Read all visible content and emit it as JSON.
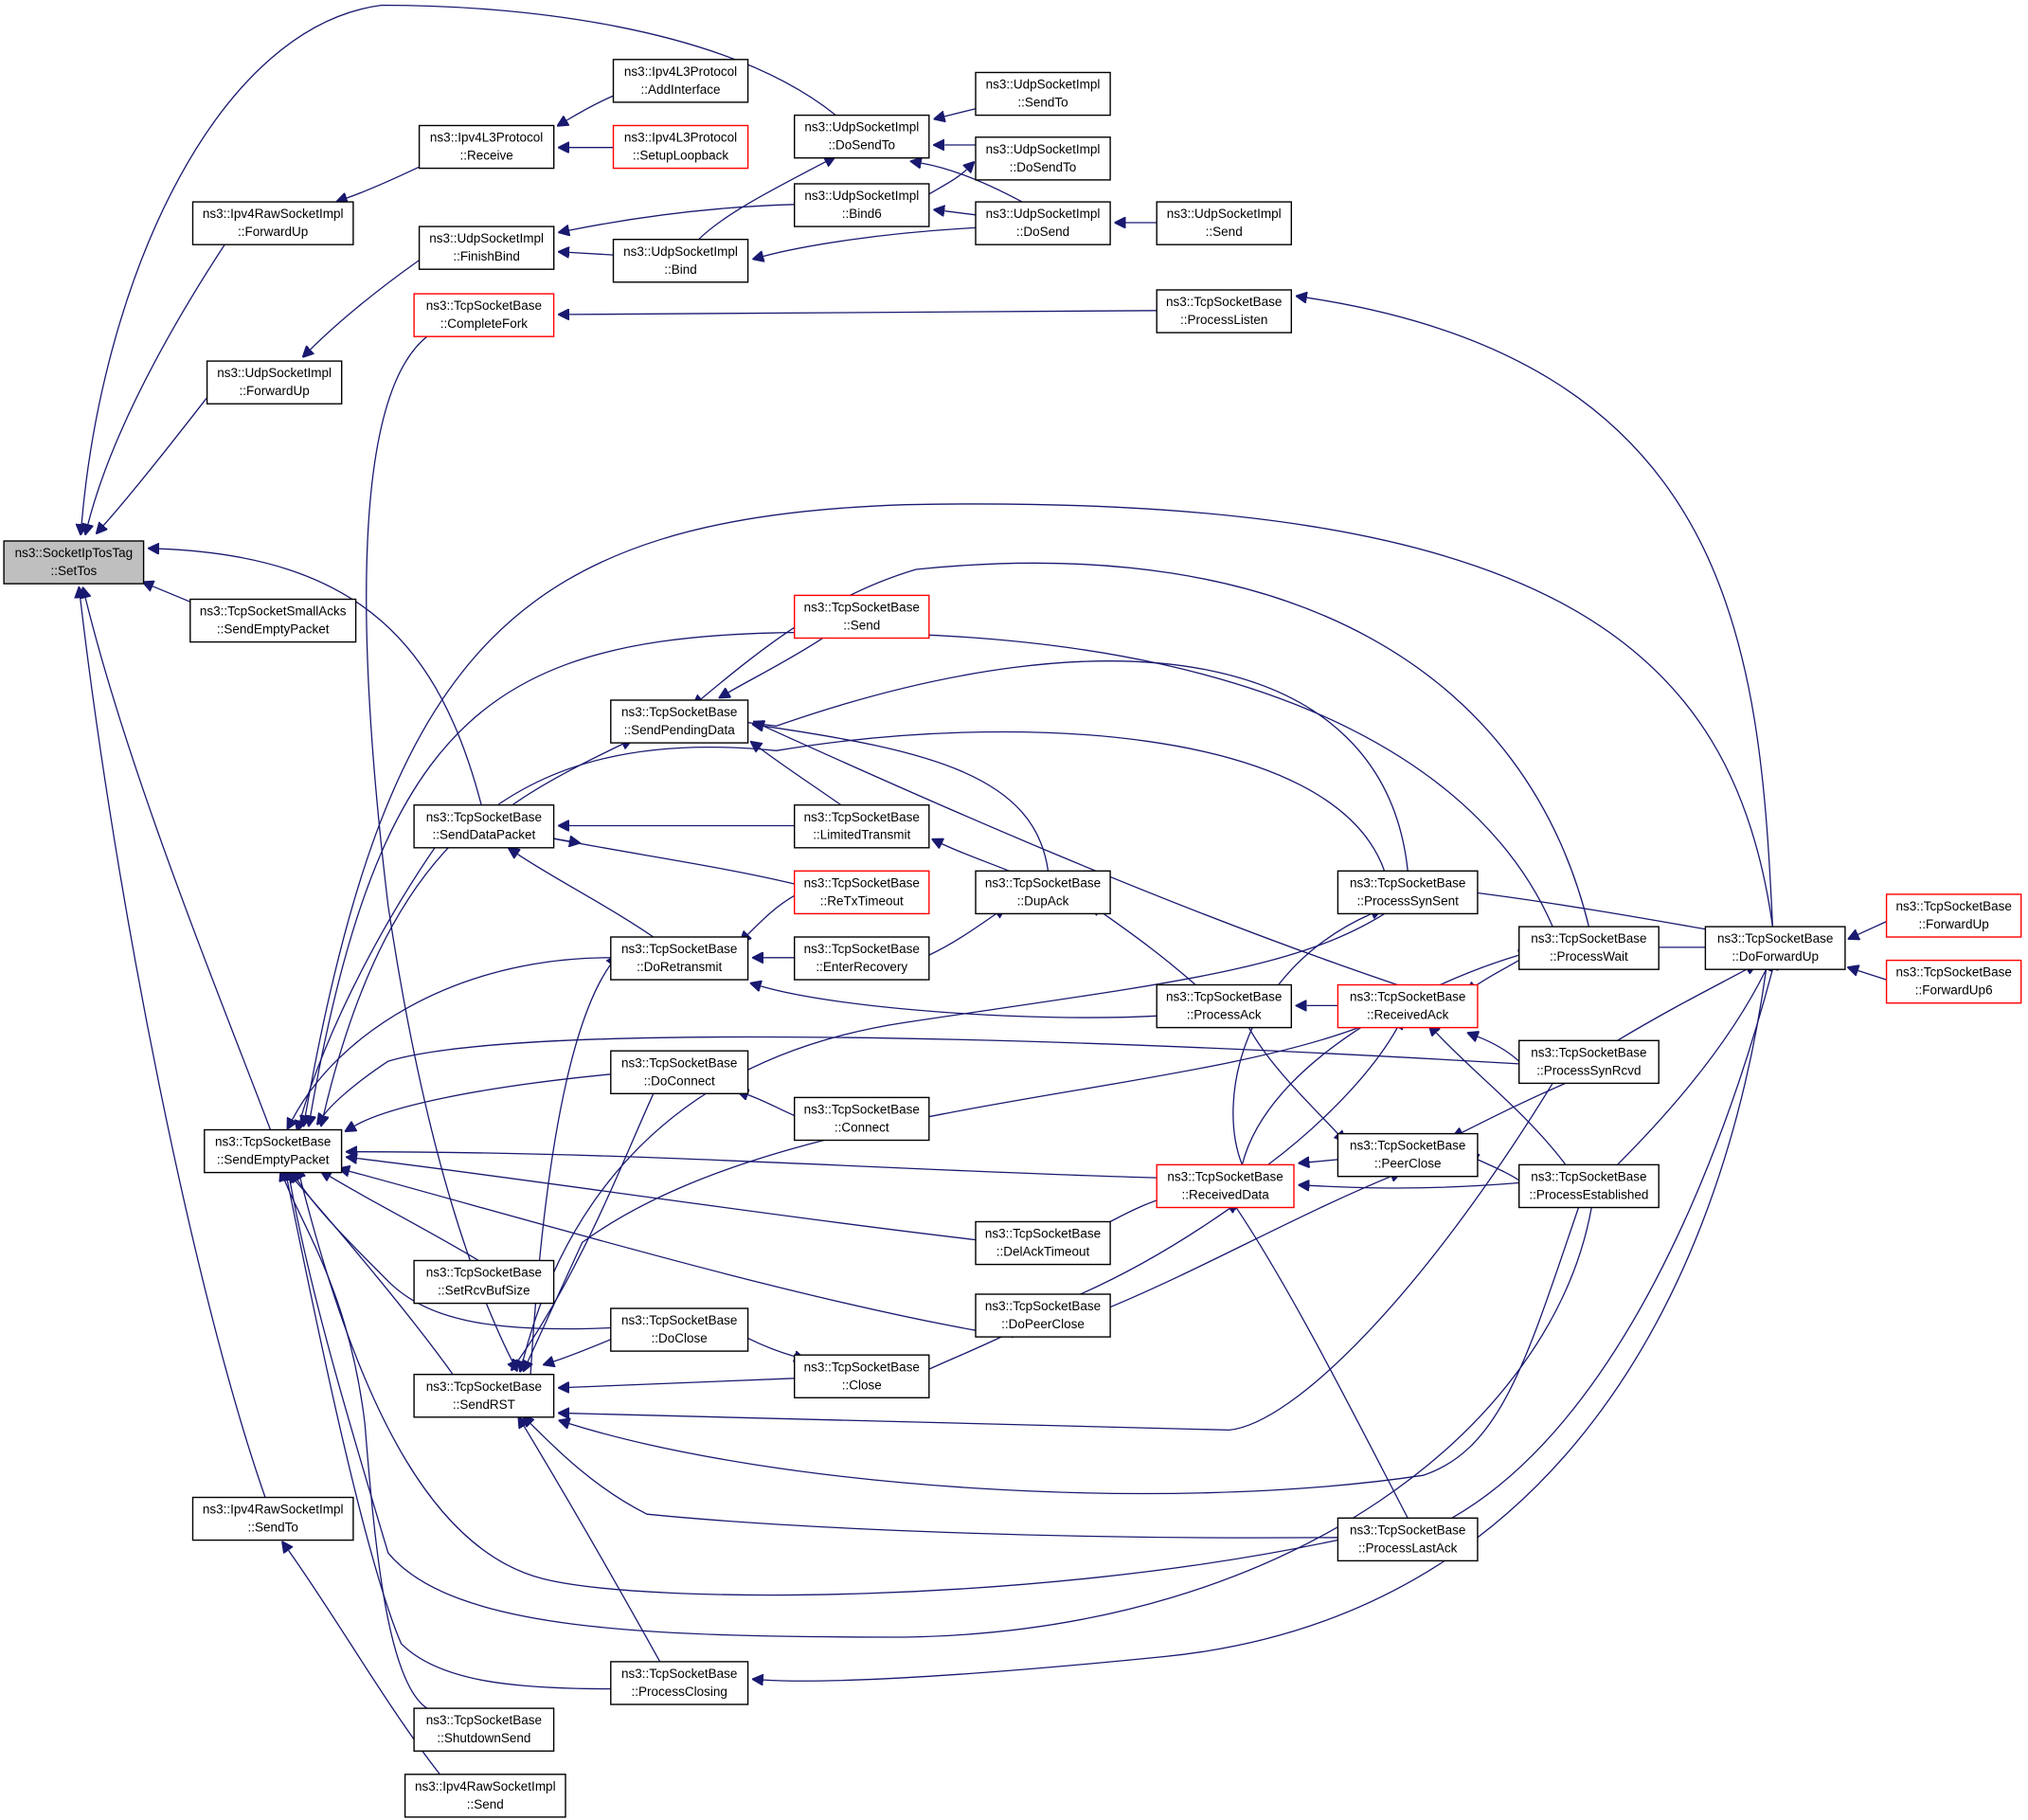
{
  "colors": {
    "edge": "#191970",
    "border_default": "#000000",
    "border_truncated": "#ff0000",
    "fill_root": "#bfbfbf",
    "fill_default": "#ffffff",
    "text": "#000000"
  },
  "nodes": [
    {
      "id": "setTos",
      "l1": "ns3::SocketIpTosTag",
      "l2": "::SetTos",
      "root": true
    },
    {
      "id": "ipv4L3AddIf",
      "l1": "ns3::Ipv4L3Protocol",
      "l2": "::AddInterface"
    },
    {
      "id": "ipv4L3Receive",
      "l1": "ns3::Ipv4L3Protocol",
      "l2": "::Receive"
    },
    {
      "id": "ipv4L3Loopback",
      "l1": "ns3::Ipv4L3Protocol",
      "l2": "::SetupLoopback",
      "truncated": true
    },
    {
      "id": "ipv4RawForwardUp",
      "l1": "ns3::Ipv4RawSocketImpl",
      "l2": "::ForwardUp"
    },
    {
      "id": "udpDoSendTo",
      "l1": "ns3::UdpSocketImpl",
      "l2": "::DoSendTo"
    },
    {
      "id": "udpSendTo",
      "l1": "ns3::UdpSocketImpl",
      "l2": "::SendTo"
    },
    {
      "id": "udpDoSendTo2",
      "l1": "ns3::UdpSocketImpl",
      "l2": "::DoSendTo"
    },
    {
      "id": "udpBind6",
      "l1": "ns3::UdpSocketImpl",
      "l2": "::Bind6"
    },
    {
      "id": "udpDoSend",
      "l1": "ns3::UdpSocketImpl",
      "l2": "::DoSend"
    },
    {
      "id": "udpSend",
      "l1": "ns3::UdpSocketImpl",
      "l2": "::Send"
    },
    {
      "id": "udpFinishBind",
      "l1": "ns3::UdpSocketImpl",
      "l2": "::FinishBind"
    },
    {
      "id": "udpBind",
      "l1": "ns3::UdpSocketImpl",
      "l2": "::Bind"
    },
    {
      "id": "tcpCompleteFork",
      "l1": "ns3::TcpSocketBase",
      "l2": "::CompleteFork",
      "truncated": true
    },
    {
      "id": "tcpProcessListen",
      "l1": "ns3::TcpSocketBase",
      "l2": "::ProcessListen"
    },
    {
      "id": "udpForwardUp",
      "l1": "ns3::UdpSocketImpl",
      "l2": "::ForwardUp"
    },
    {
      "id": "tcpSmallAcks",
      "l1": "ns3::TcpSocketSmallAcks",
      "l2": "::SendEmptyPacket"
    },
    {
      "id": "tcpSend",
      "l1": "ns3::TcpSocketBase",
      "l2": "::Send",
      "truncated": true
    },
    {
      "id": "tcpSendPending",
      "l1": "ns3::TcpSocketBase",
      "l2": "::SendPendingData"
    },
    {
      "id": "tcpSendDataPacket",
      "l1": "ns3::TcpSocketBase",
      "l2": "::SendDataPacket"
    },
    {
      "id": "tcpLimitedTx",
      "l1": "ns3::TcpSocketBase",
      "l2": "::LimitedTransmit"
    },
    {
      "id": "tcpReTxTimeout",
      "l1": "ns3::TcpSocketBase",
      "l2": "::ReTxTimeout",
      "truncated": true
    },
    {
      "id": "tcpDupAck",
      "l1": "ns3::TcpSocketBase",
      "l2": "::DupAck"
    },
    {
      "id": "tcpProcessSynSent",
      "l1": "ns3::TcpSocketBase",
      "l2": "::ProcessSynSent"
    },
    {
      "id": "tcpDoRetransmit",
      "l1": "ns3::TcpSocketBase",
      "l2": "::DoRetransmit"
    },
    {
      "id": "tcpEnterRecovery",
      "l1": "ns3::TcpSocketBase",
      "l2": "::EnterRecovery"
    },
    {
      "id": "tcpProcessWait",
      "l1": "ns3::TcpSocketBase",
      "l2": "::ProcessWait"
    },
    {
      "id": "tcpDoForwardUp",
      "l1": "ns3::TcpSocketBase",
      "l2": "::DoForwardUp"
    },
    {
      "id": "tcpForwardUp",
      "l1": "ns3::TcpSocketBase",
      "l2": "::ForwardUp",
      "truncated": true
    },
    {
      "id": "tcpForwardUp6",
      "l1": "ns3::TcpSocketBase",
      "l2": "::ForwardUp6",
      "truncated": true
    },
    {
      "id": "tcpProcessAck",
      "l1": "ns3::TcpSocketBase",
      "l2": "::ProcessAck"
    },
    {
      "id": "tcpReceivedAck",
      "l1": "ns3::TcpSocketBase",
      "l2": "::ReceivedAck",
      "truncated": true
    },
    {
      "id": "tcpProcessSynRcvd",
      "l1": "ns3::TcpSocketBase",
      "l2": "::ProcessSynRcvd"
    },
    {
      "id": "tcpDoConnect",
      "l1": "ns3::TcpSocketBase",
      "l2": "::DoConnect"
    },
    {
      "id": "tcpConnect",
      "l1": "ns3::TcpSocketBase",
      "l2": "::Connect"
    },
    {
      "id": "tcpSendEmpty",
      "l1": "ns3::TcpSocketBase",
      "l2": "::SendEmptyPacket"
    },
    {
      "id": "tcpReceivedData",
      "l1": "ns3::TcpSocketBase",
      "l2": "::ReceivedData",
      "truncated": true
    },
    {
      "id": "tcpPeerClose",
      "l1": "ns3::TcpSocketBase",
      "l2": "::PeerClose"
    },
    {
      "id": "tcpProcessEstab",
      "l1": "ns3::TcpSocketBase",
      "l2": "::ProcessEstablished"
    },
    {
      "id": "tcpDelAck",
      "l1": "ns3::TcpSocketBase",
      "l2": "::DelAckTimeout"
    },
    {
      "id": "tcpSetRcvBuf",
      "l1": "ns3::TcpSocketBase",
      "l2": "::SetRcvBufSize"
    },
    {
      "id": "tcpDoPeerClose",
      "l1": "ns3::TcpSocketBase",
      "l2": "::DoPeerClose"
    },
    {
      "id": "tcpDoClose",
      "l1": "ns3::TcpSocketBase",
      "l2": "::DoClose"
    },
    {
      "id": "tcpClose",
      "l1": "ns3::TcpSocketBase",
      "l2": "::Close"
    },
    {
      "id": "tcpSendRST",
      "l1": "ns3::TcpSocketBase",
      "l2": "::SendRST"
    },
    {
      "id": "ipv4RawSendTo",
      "l1": "ns3::Ipv4RawSocketImpl",
      "l2": "::SendTo"
    },
    {
      "id": "tcpProcessLastAck",
      "l1": "ns3::TcpSocketBase",
      "l2": "::ProcessLastAck"
    },
    {
      "id": "tcpProcessClosing",
      "l1": "ns3::TcpSocketBase",
      "l2": "::ProcessClosing"
    },
    {
      "id": "tcpShutdownSend",
      "l1": "ns3::TcpSocketBase",
      "l2": "::ShutdownSend"
    },
    {
      "id": "ipv4RawSend",
      "l1": "ns3::Ipv4RawSocketImpl",
      "l2": "::Send"
    }
  ]
}
